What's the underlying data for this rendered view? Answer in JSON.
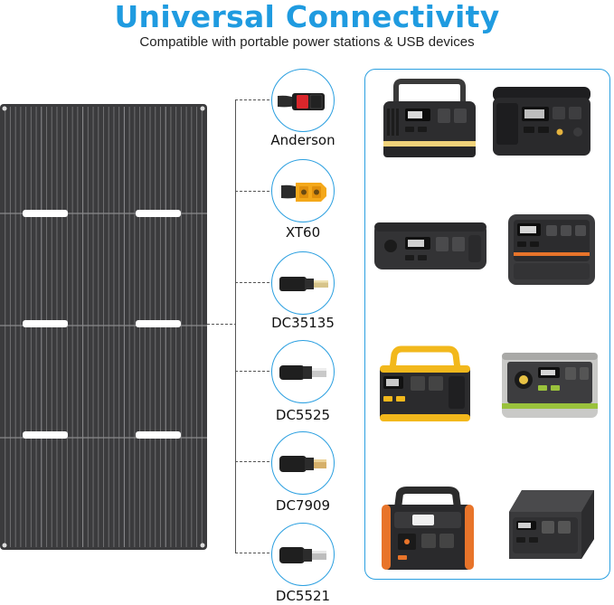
{
  "header": {
    "title": "Universal Connectivity",
    "subtitle": "Compatible with portable power stations & USB devices"
  },
  "connectors": [
    {
      "label": "Anderson",
      "icon": "anderson-connector-icon"
    },
    {
      "label": "XT60",
      "icon": "xt60-connector-icon"
    },
    {
      "label": "DC35135",
      "icon": "dc-plug-icon"
    },
    {
      "label": "DC5525",
      "icon": "dc-plug-icon"
    },
    {
      "label": "DC7909",
      "icon": "dc-plug-icon"
    },
    {
      "label": "DC5521",
      "icon": "dc-plug-icon"
    }
  ],
  "colors": {
    "accent": "#1f9be0",
    "panel": "#3a3a3c",
    "station_orange": "#e8742a",
    "station_yellow": "#f2b81c",
    "station_green": "#9ac23c"
  },
  "stations": {
    "count_shown": 8,
    "icon": "power-station-icon"
  }
}
